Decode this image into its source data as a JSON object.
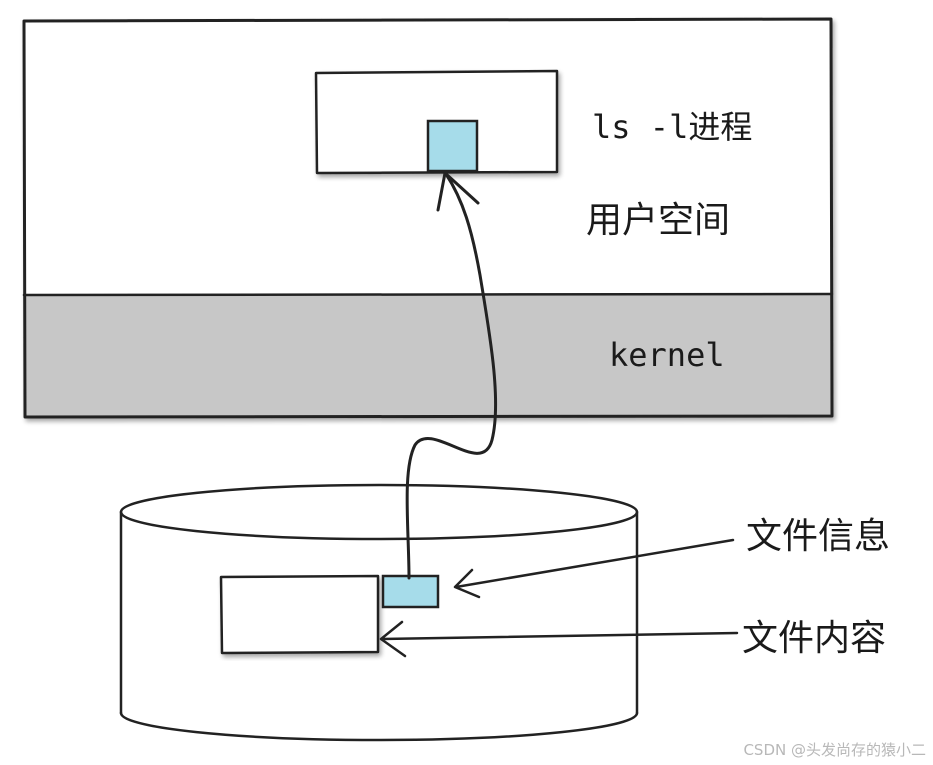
{
  "diagram": {
    "process_label": "ls -l进程",
    "user_space_label": "用户空间",
    "kernel_label": "kernel",
    "file_info_label": "文件信息",
    "file_content_label": "文件内容",
    "watermark": "CSDN @头发尚存的猿小二"
  },
  "colors": {
    "kernel_fill": "#c7c7c7",
    "highlight_block": "#a6dcea",
    "outline": "#222222"
  }
}
